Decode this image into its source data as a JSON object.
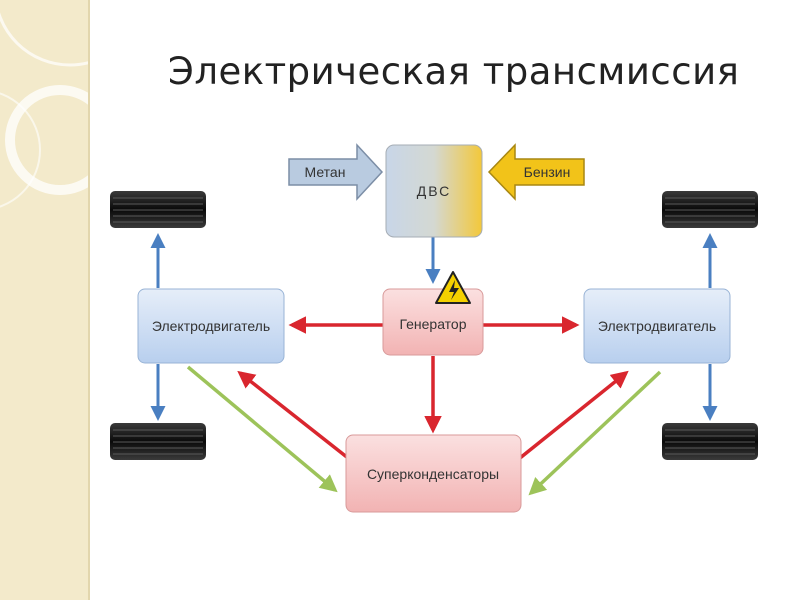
{
  "title": "Электрическая трансмиссия",
  "nodes": {
    "dvs": "ДВС",
    "methane": "Метан",
    "petrol": "Бензин",
    "generator": "Генератор",
    "motor_left": "Электродвигатель",
    "motor_right": "Электродвигатель",
    "supercaps": "Суперконденсаторы"
  },
  "icons": {
    "warning": "high-voltage-warning-icon",
    "wheel": "wheel-icon"
  },
  "colors": {
    "blue_arrow": "#4a7fc1",
    "red_arrow": "#d9262e",
    "green_arrow": "#9dc35a",
    "generator_box": "#f6c4c4",
    "motor_box": "#c9dbf1",
    "petrol_arrow": "#f2c319",
    "methane_arrow": "#b9cbe0"
  }
}
